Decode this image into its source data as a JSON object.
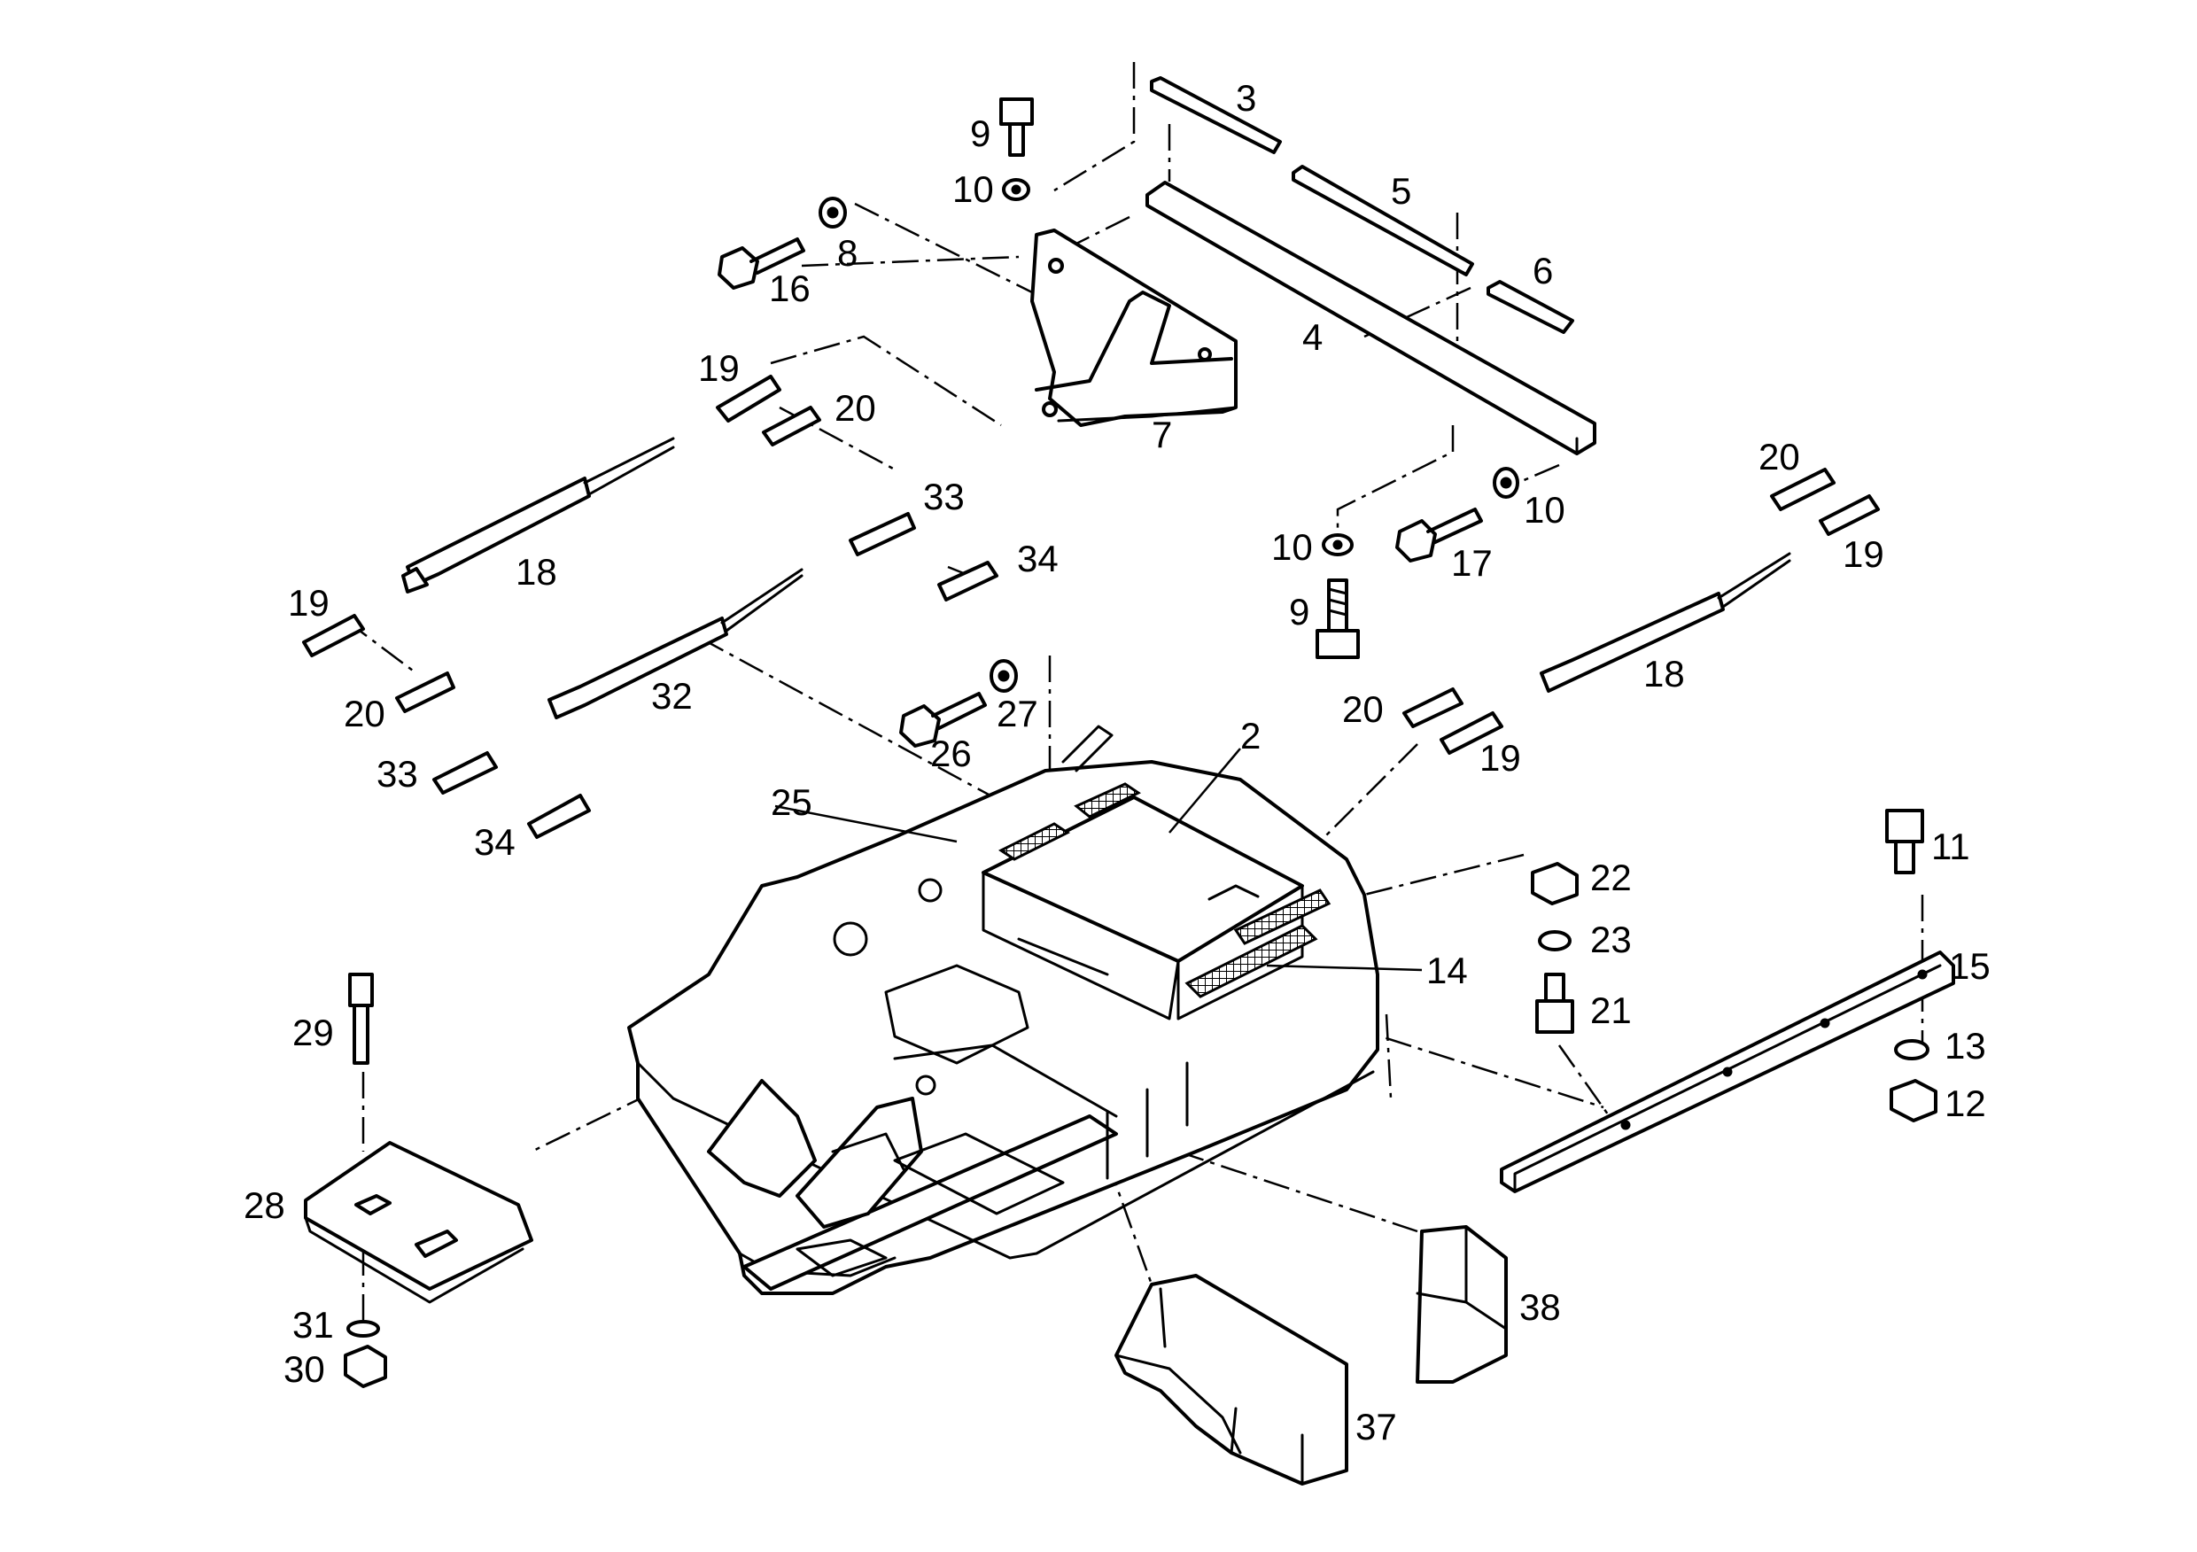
{
  "diagram": {
    "callouts": [
      {
        "id": "c2",
        "text": "2"
      },
      {
        "id": "c3",
        "text": "3"
      },
      {
        "id": "c4",
        "text": "4"
      },
      {
        "id": "c5",
        "text": "5"
      },
      {
        "id": "c6",
        "text": "6"
      },
      {
        "id": "c7",
        "text": "7"
      },
      {
        "id": "c8",
        "text": "8"
      },
      {
        "id": "c9a",
        "text": "9"
      },
      {
        "id": "c9b",
        "text": "9"
      },
      {
        "id": "c10a",
        "text": "10"
      },
      {
        "id": "c10b",
        "text": "10"
      },
      {
        "id": "c10c",
        "text": "10"
      },
      {
        "id": "c11",
        "text": "11"
      },
      {
        "id": "c12",
        "text": "12"
      },
      {
        "id": "c13",
        "text": "13"
      },
      {
        "id": "c14",
        "text": "14"
      },
      {
        "id": "c15",
        "text": "15"
      },
      {
        "id": "c16",
        "text": "16"
      },
      {
        "id": "c17",
        "text": "17"
      },
      {
        "id": "c18a",
        "text": "18"
      },
      {
        "id": "c18b",
        "text": "18"
      },
      {
        "id": "c19a",
        "text": "19"
      },
      {
        "id": "c19b",
        "text": "19"
      },
      {
        "id": "c19c",
        "text": "19"
      },
      {
        "id": "c19d",
        "text": "19"
      },
      {
        "id": "c20a",
        "text": "20"
      },
      {
        "id": "c20b",
        "text": "20"
      },
      {
        "id": "c20c",
        "text": "20"
      },
      {
        "id": "c20d",
        "text": "20"
      },
      {
        "id": "c21",
        "text": "21"
      },
      {
        "id": "c22",
        "text": "22"
      },
      {
        "id": "c23",
        "text": "23"
      },
      {
        "id": "c25",
        "text": "25"
      },
      {
        "id": "c26",
        "text": "26"
      },
      {
        "id": "c27",
        "text": "27"
      },
      {
        "id": "c28",
        "text": "28"
      },
      {
        "id": "c29",
        "text": "29"
      },
      {
        "id": "c30",
        "text": "30"
      },
      {
        "id": "c31",
        "text": "31"
      },
      {
        "id": "c32",
        "text": "32"
      },
      {
        "id": "c33a",
        "text": "33"
      },
      {
        "id": "c33b",
        "text": "33"
      },
      {
        "id": "c34a",
        "text": "34"
      },
      {
        "id": "c34b",
        "text": "34"
      },
      {
        "id": "c37",
        "text": "37"
      },
      {
        "id": "c38",
        "text": "38"
      }
    ]
  }
}
